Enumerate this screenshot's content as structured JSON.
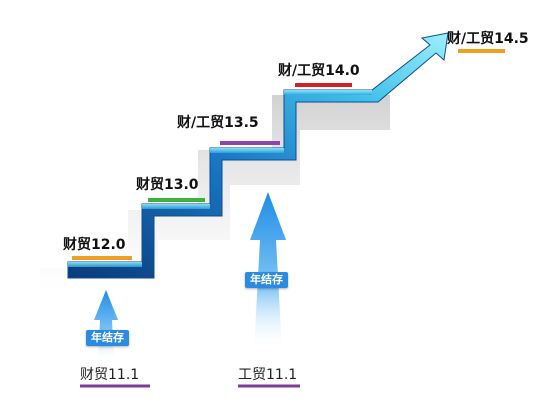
{
  "steps": [
    {
      "label": "财贸12.0",
      "color": "#f0a020"
    },
    {
      "label": "财贸13.0",
      "color": "#3cb43c"
    },
    {
      "label": "财/工贸13.5",
      "color": "#8e44ad"
    },
    {
      "label": "财/工贸14.0",
      "color": "#d62020"
    },
    {
      "label": "财/工贸14.5",
      "color": "#f0a020"
    }
  ],
  "bases": [
    {
      "label": "财贸11.1",
      "badge": "年结存",
      "color": "#7d3c98"
    },
    {
      "label": "工贸11.1",
      "badge": "年结存",
      "color": "#7d3c98"
    }
  ],
  "colors": {
    "stair_light": "#5fd6f0",
    "stair_dark": "#0a3b7a",
    "arrow": "#3ba7f0"
  }
}
